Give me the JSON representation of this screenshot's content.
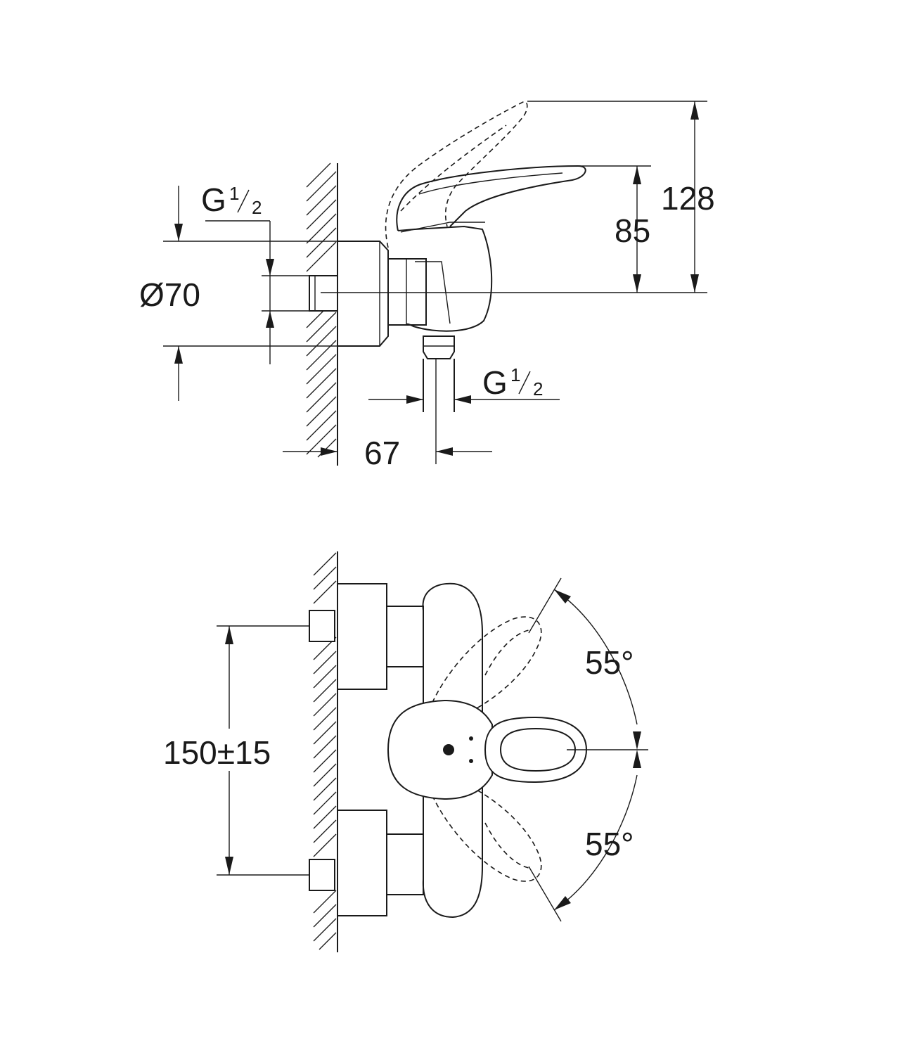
{
  "side_view": {
    "thread_inlet": {
      "letter": "G",
      "numerator": "1",
      "denominator": "2"
    },
    "thread_outlet": {
      "letter": "G",
      "numerator": "1",
      "denominator": "2"
    },
    "diameter": "Ø70",
    "depth": "67",
    "height_lever": "85",
    "height_total": "128"
  },
  "front_view": {
    "inlet_spacing": "150±15",
    "angle_up": "55°",
    "angle_down": "55°"
  }
}
